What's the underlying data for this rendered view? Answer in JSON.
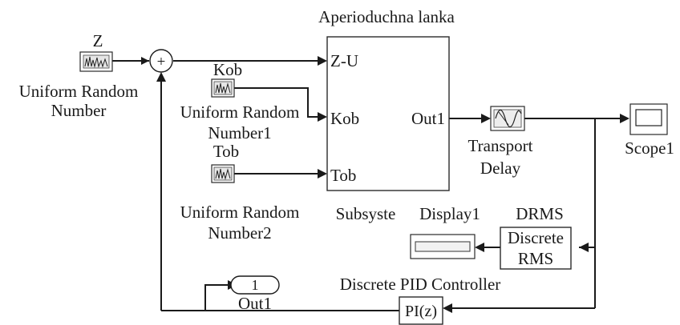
{
  "title": "Aperioduchna lanka",
  "blocks": {
    "urn": {
      "name": "Uniform Random Number",
      "line1": "Uniform Random",
      "line2": "Number",
      "tag": "Z"
    },
    "urn1": {
      "line1": "Uniform Random",
      "line2": "Number1",
      "tag": "Kob"
    },
    "urn2": {
      "line1": "Uniform Random",
      "line2": "Number2",
      "tag": "Tob"
    },
    "sum": {
      "symbol": "+"
    },
    "subsystem": {
      "name": "Subsyste",
      "in1": "Z-U",
      "in2": "Kob",
      "in3": "Tob",
      "out1": "Out1"
    },
    "transport": {
      "line1": "Transport",
      "line2": "Delay"
    },
    "scope": {
      "name": "Scope1"
    },
    "display": {
      "name": "Display1"
    },
    "rms": {
      "tag": "DRMS",
      "line1": "Discrete",
      "line2": "RMS"
    },
    "pid": {
      "name": "Discrete PID Controller",
      "text": "PI(z)"
    },
    "out": {
      "number": "1",
      "name": "Out1"
    }
  }
}
